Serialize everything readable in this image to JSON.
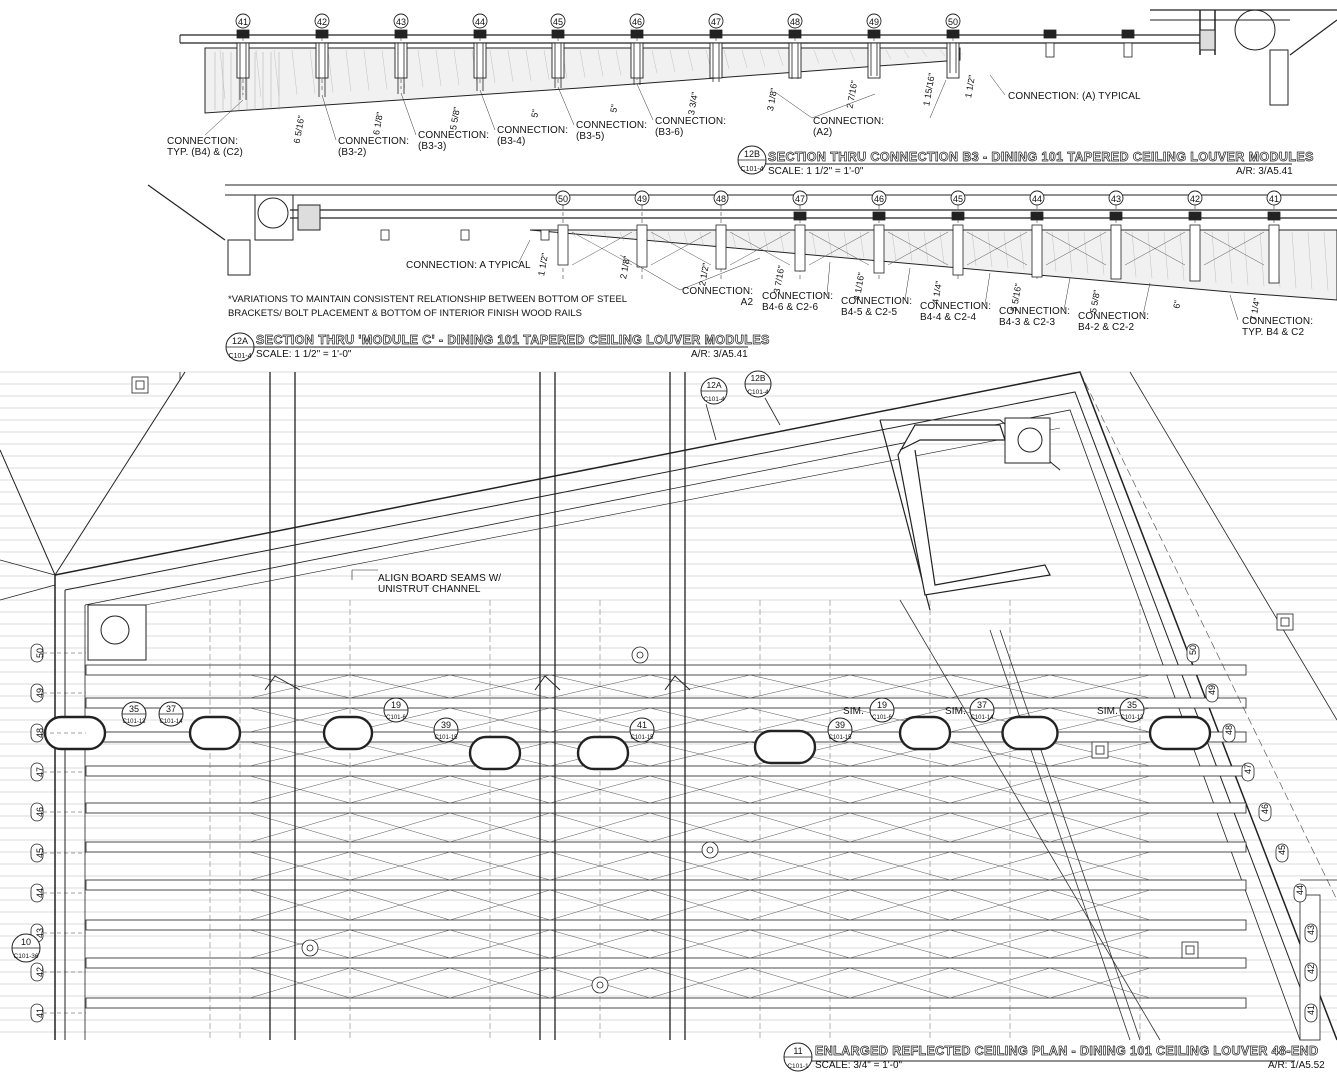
{
  "section_12b": {
    "grid_numbers": [
      "41",
      "42",
      "43",
      "44",
      "45",
      "46",
      "47",
      "48",
      "49",
      "50"
    ],
    "dimensions": [
      "6 5/16\"",
      "6 1/8\"",
      "5 5/8\"",
      "5\"",
      "5\"",
      "3 3/4\"",
      "3 1/8\"",
      "2 7/16\"",
      "1 15/16\"",
      "1 1/2\""
    ],
    "connections": [
      "CONNECTION:\nTYP. (B4) & (C2)",
      "CONNECTION:\n(B3-2)",
      "CONNECTION:\n(B3-3)",
      "CONNECTION:\n(B3-4)",
      "CONNECTION:\n(B3-5)",
      "CONNECTION:\n(B3-6)",
      "CONNECTION:\n(A2)",
      "CONNECTION: (A) TYPICAL"
    ],
    "tag_number": "12B",
    "tag_sheet": "C101-4",
    "title": "SECTION THRU CONNECTION B3 - DINING 101 TAPERED CEILING LOUVER MODULES",
    "scale": "SCALE: 1 1/2\" = 1'-0\"",
    "ar": "A/R: 3/A5.41"
  },
  "section_12a": {
    "grid_numbers": [
      "50",
      "49",
      "48",
      "47",
      "46",
      "45",
      "44",
      "43",
      "42",
      "41"
    ],
    "dimensions": [
      "1 1/2\"",
      "2 1/8\"",
      "2 1/2\"",
      "3 7/16\"",
      "4 1/16\"",
      "4 1/4\"",
      "5 5/16\"",
      "5 5/8\"",
      "6\"",
      "7 1/4\""
    ],
    "connections": [
      "CONNECTION: A TYPICAL",
      "CONNECTION:\nA2",
      "CONNECTION:\nB4-6 & C2-6",
      "CONNECTION:\nB4-5 & C2-5",
      "CONNECTION:\nB4-4 & C2-4",
      "CONNECTION:\nB4-3 & C2-3",
      "CONNECTION:\nB4-2 & C2-2",
      "CONNECTION:\nTYP. B4 & C2"
    ],
    "note": "*VARIATIONS TO MAINTAIN CONSISTENT RELATIONSHIP BETWEEN BOTTOM OF STEEL\nBRACKETS/ BOLT PLACEMENT & BOTTOM OF INTERIOR FINISH WOOD RAILS",
    "tag_number": "12A",
    "tag_sheet": "C101-4",
    "title": "SECTION THRU 'MODULE C' - DINING 101 TAPERED CEILING LOUVER MODULES",
    "scale": "SCALE: 1 1/2\" = 1'-0\"",
    "ar": "A/R: 3/A5.41"
  },
  "plan_11": {
    "note": "ALIGN BOARD SEAMS W/\nUNISTRUT CHANNEL",
    "section_marks": [
      {
        "num": "12A",
        "sheet": "C101-4"
      },
      {
        "num": "12B",
        "sheet": "C101-4"
      }
    ],
    "detail_tags": [
      {
        "num": "35",
        "sheet": "C101-13"
      },
      {
        "num": "37",
        "sheet": "C101-14"
      },
      {
        "num": "19",
        "sheet": "C101-6"
      },
      {
        "num": "39",
        "sheet": "C101-15"
      },
      {
        "num": "41",
        "sheet": "C101-15"
      },
      {
        "num": "39",
        "sheet": "C101-15"
      },
      {
        "num": "19",
        "sheet": "C101-6"
      },
      {
        "num": "37",
        "sheet": "C101-14"
      },
      {
        "num": "35",
        "sheet": "C101-13"
      }
    ],
    "sim": "SIM.",
    "left_grid": [
      "50",
      "49",
      "48",
      "47",
      "46",
      "45",
      "44",
      "43",
      "42",
      "41"
    ],
    "right_grid": [
      "50",
      "49",
      "48",
      "47",
      "46",
      "45",
      "44",
      "43",
      "42",
      "41"
    ],
    "left_tag": {
      "num": "10",
      "sheet": "C101-36"
    },
    "tag_number": "11",
    "tag_sheet": "C101-1",
    "title": "ENLARGED REFLECTED CEILING PLAN - DINING 101 CEILING LOUVER 48-END",
    "scale": "SCALE: 3/4\" = 1'-0\"",
    "ar": "A/R: 1/A5.52"
  }
}
